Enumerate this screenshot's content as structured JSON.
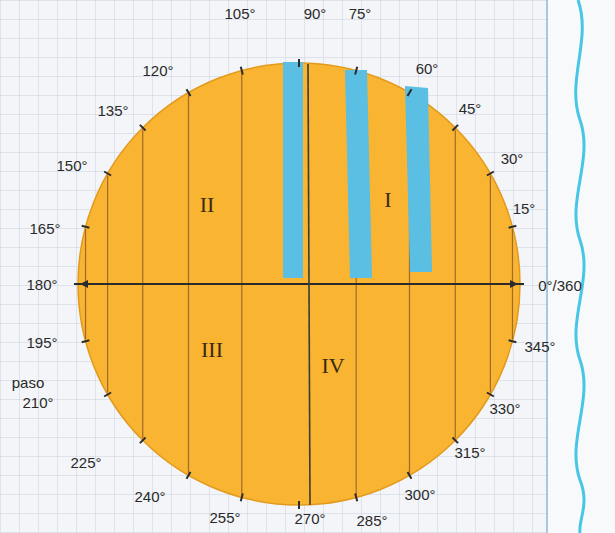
{
  "diagram": {
    "nodes": [
      {
        "text": [
          "II",
          "I",
          "III",
          "IV"
        ]
      }
    ],
    "labels": [
      "105°",
      "90°",
      "75°",
      "60°",
      "120°",
      "45°",
      "135°",
      "30°",
      "150°",
      "15°",
      "165°",
      "180°",
      "0°/360",
      "195°",
      "345°",
      "paso",
      "210°",
      "330°",
      "225°",
      "315°",
      "240°",
      "300°",
      "255°",
      "270°",
      "285°"
    ]
  }
}
